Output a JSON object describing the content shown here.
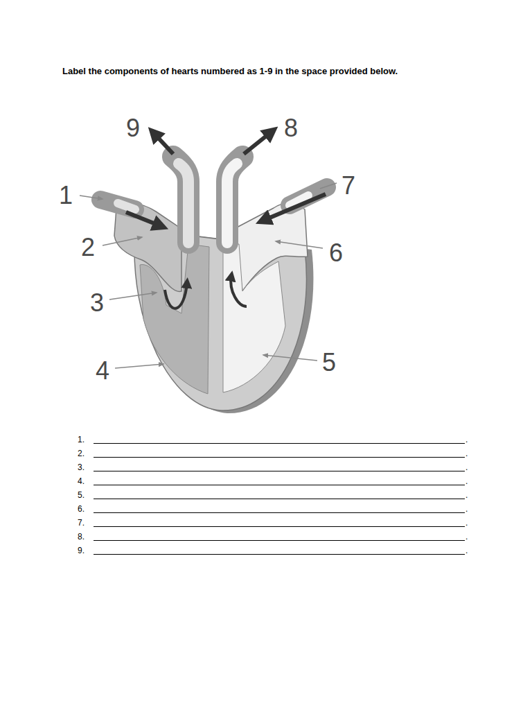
{
  "diagram": {
    "title": "Label the components of hearts numbered as 1-9 in the space provided below.",
    "labels": [
      "9",
      "8",
      "1",
      "7",
      "2",
      "6",
      "3",
      "5",
      "4",
      "1.",
      ".",
      "2.",
      ".",
      "3.",
      ".",
      "4.",
      ".",
      "5.",
      ".",
      "6.",
      ".",
      "7.",
      ".",
      "8.",
      ".",
      "9.",
      "."
    ]
  }
}
